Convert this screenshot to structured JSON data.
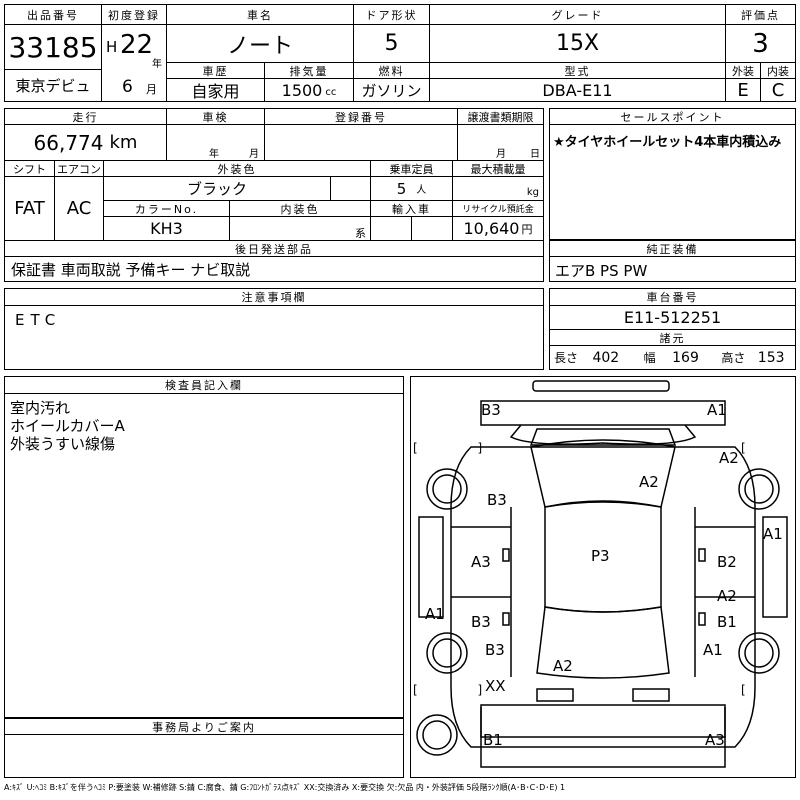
{
  "header": {
    "lot_label": "出品番号",
    "lot_number": "33185",
    "debut": "東京デビュ",
    "first_reg_label": "初度登録",
    "era": "H",
    "year": "22",
    "year_unit": "年",
    "month": "6",
    "month_unit": "月",
    "car_name_label": "車名",
    "car_name": "ノート",
    "door_label": "ドア形状",
    "doors": "5",
    "grade_label": "グレード",
    "grade": "15X",
    "score_label": "評価点",
    "score": "3",
    "history_label": "車歴",
    "history": "自家用",
    "disp_label": "排気量",
    "displacement": "1500",
    "disp_unit": "cc",
    "fuel_label": "燃料",
    "fuel": "ガソリン",
    "model_label": "型式",
    "model": "DBA-E11",
    "ext_label": "外装",
    "ext_grade": "E",
    "int_label": "内装",
    "int_grade": "C"
  },
  "spec": {
    "mileage_label": "走行",
    "mileage": "66,774",
    "mileage_unit": "km",
    "inspection_label": "車検",
    "insp_year_unit": "年",
    "insp_month_unit": "月",
    "reg_no_label": "登録番号",
    "transfer_label": "譲渡書類期限",
    "transfer_month_unit": "月",
    "transfer_day_unit": "日",
    "shift_label": "シフト",
    "shift": "FAT",
    "ac_label": "エアコン",
    "ac": "AC",
    "color_label": "外装色",
    "color": "ブラック",
    "capacity_label": "乗車定員",
    "capacity": "5",
    "capacity_unit": "人",
    "load_label": "最大積載量",
    "load_unit": "kg",
    "color_no_label": "カラーNo.",
    "color_no": "KH3",
    "int_color_label": "内装色",
    "int_color_unit": "系",
    "import_label": "輸入車",
    "recycle_label": "リサイクル預託金",
    "recycle": "10,640",
    "recycle_unit": "円",
    "later_label": "後日発送部品",
    "later_items": "保証書 車両取説 予備キー ナビ取説"
  },
  "sales": {
    "label": "セールスポイント",
    "text": "★タイヤホイールセット4本車内積込み",
    "equip_label": "純正装備",
    "equip": "エアB PS PW"
  },
  "notes": {
    "label": "注意事項欄",
    "text": "ETC"
  },
  "chassis": {
    "label": "車台番号",
    "value": "E11-512251",
    "dims_label": "諸元",
    "len_label": "長さ",
    "len": "402",
    "wid_label": "幅",
    "wid": "169",
    "hei_label": "高さ",
    "hei": "153"
  },
  "inspector": {
    "label": "検査員記入欄",
    "lines": [
      "室内汚れ",
      "ホイールカバーA",
      "外装うすい線傷"
    ]
  },
  "office": {
    "label": "事務局よりご案内"
  },
  "damage_marks": [
    "B3",
    "A1",
    "A2",
    "A2",
    "B3",
    "A1",
    "A3",
    "P3",
    "B2",
    "A2",
    "A1",
    "B3",
    "B1",
    "B3",
    "A1",
    "A2",
    "XX",
    "B1",
    "A3"
  ],
  "bracket": "[ ]",
  "legend": "A:ｷｽﾞ U:ﾍｺﾐ B:ｷｽﾞを伴うﾍｺﾐ P:要塗装 W:補修跡 S:錆 C:腐食、錆 G:ﾌﾛﾝﾄｶﾞﾗｽ点ｷｽﾞ XX:交換済み X:要交換 欠:欠品 内・外装評価 5段階ﾗﾝｸ順(A･B･C･D･E) 1"
}
